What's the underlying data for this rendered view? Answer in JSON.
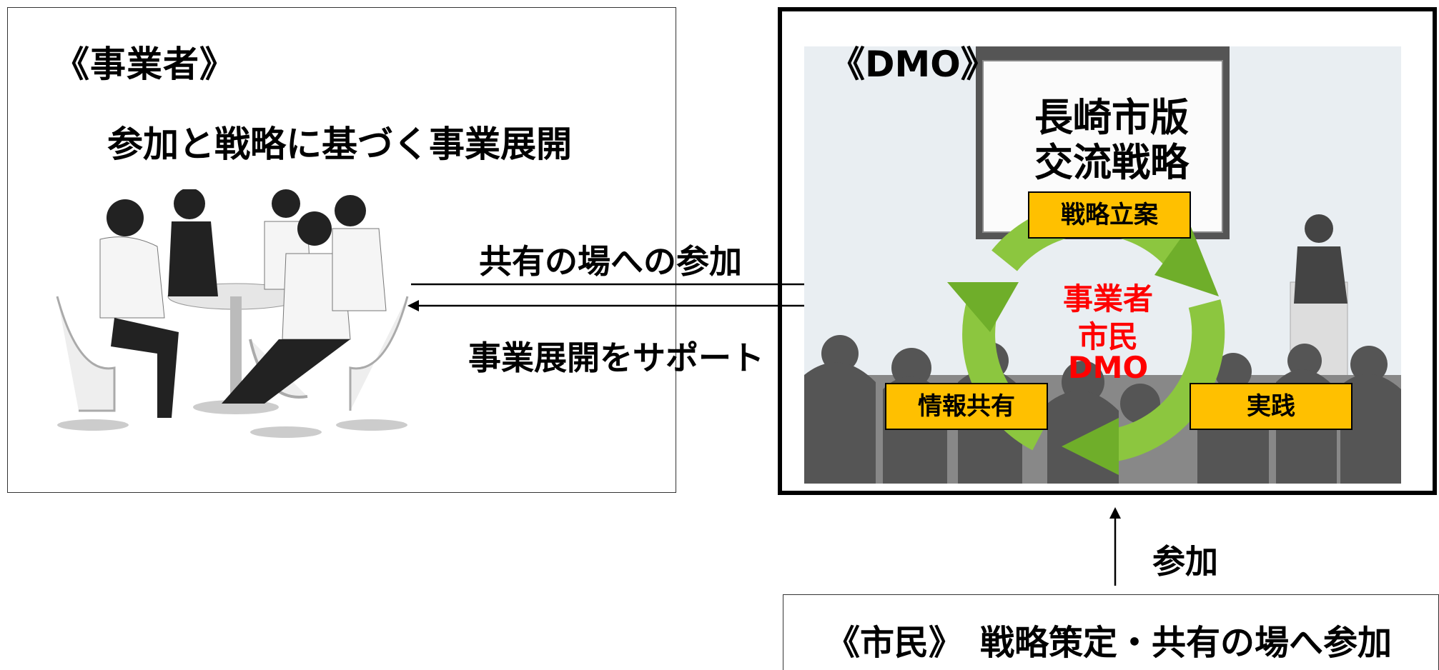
{
  "left": {
    "title": "《事業者》",
    "subtitle": "参加と戦略に基づく事業展開"
  },
  "arrows": {
    "to_dmo": "共有の場への参加",
    "to_business": "事業展開をサポート"
  },
  "right": {
    "title": "《DMO》",
    "screen_line1": "長崎市版",
    "screen_line2": "交流戦略",
    "box_strategy": "戦略立案",
    "box_info": "情報共有",
    "box_practice": "実践",
    "center_line1": "事業者",
    "center_line2": "市民",
    "center_line3": "DMO"
  },
  "bottom": {
    "join_label": "参加",
    "citizen_text": "《市民》　戦略策定・共有の場へ参加"
  },
  "colors": {
    "label_fill": "#ffc000",
    "center_text": "#ff0000",
    "cycle_arrow": "#8cc63f"
  }
}
